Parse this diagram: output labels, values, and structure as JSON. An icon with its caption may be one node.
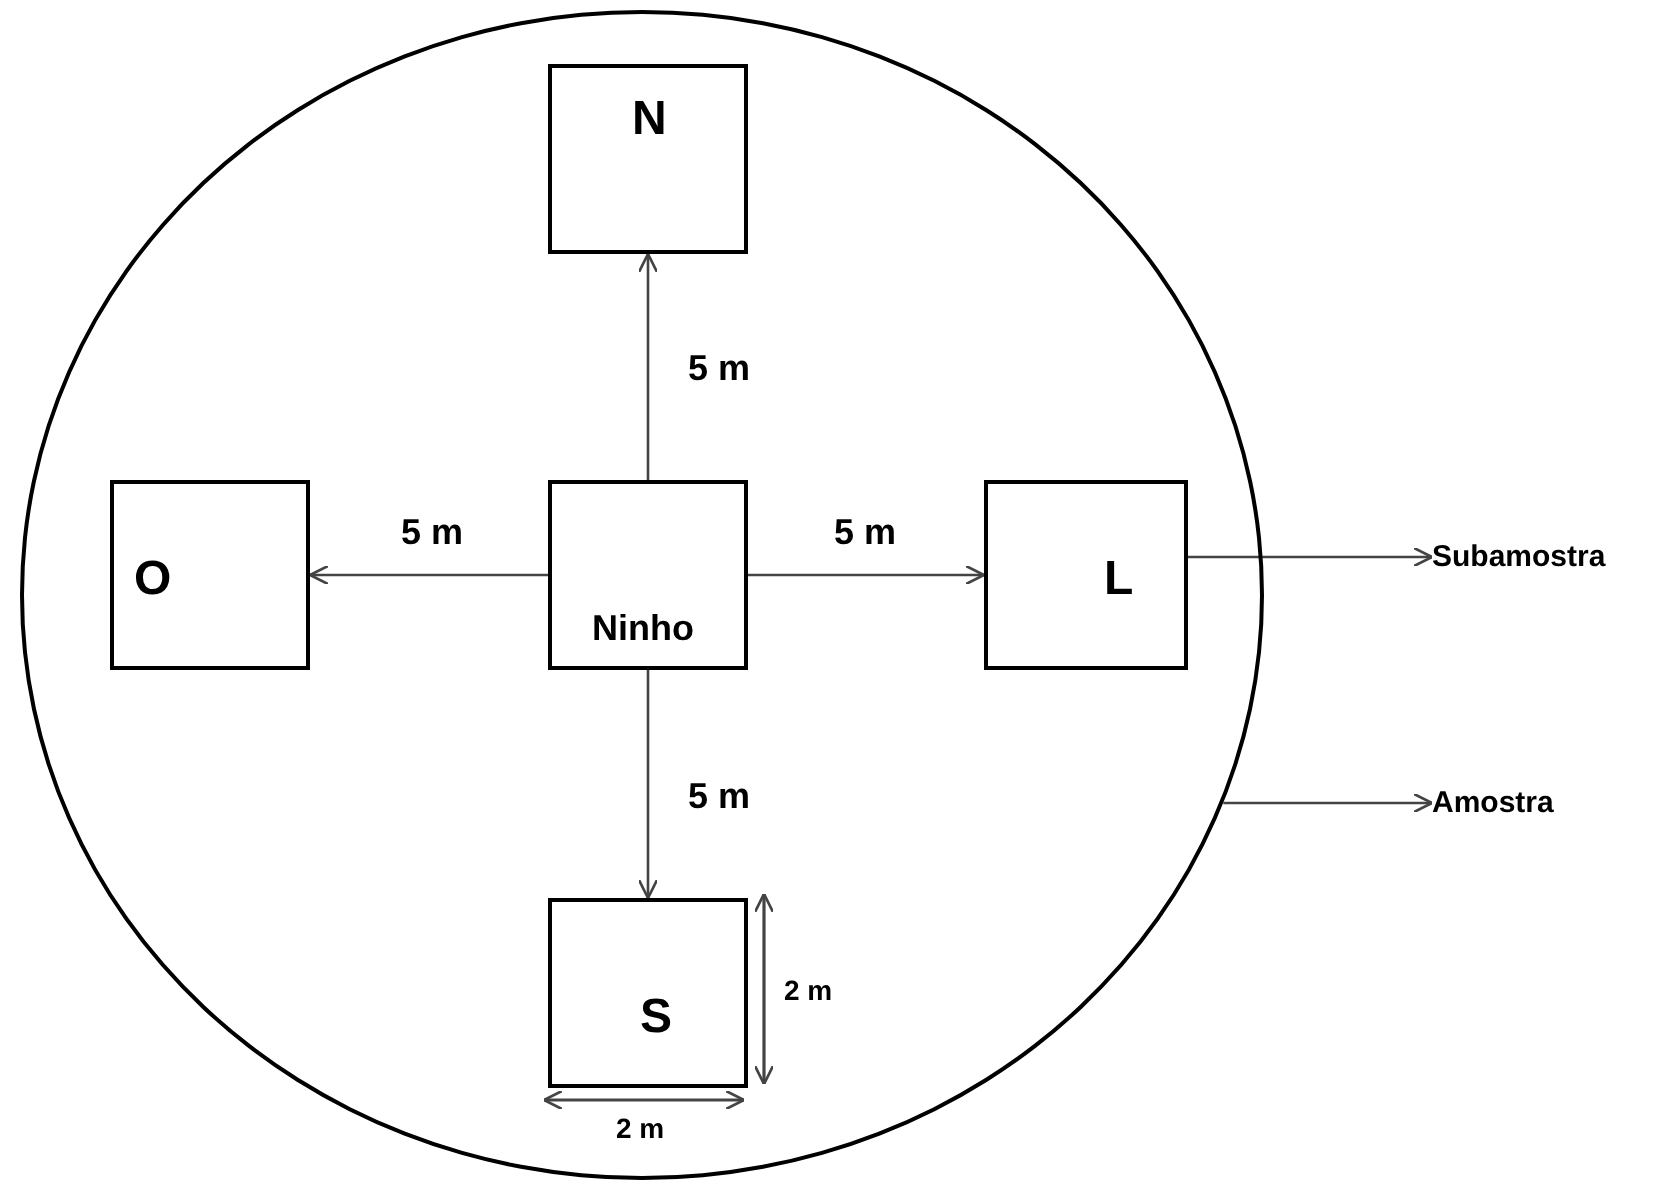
{
  "diagram": {
    "nodes": [
      {
        "text": [],
        "shape": "circle"
      },
      {
        "text": [
          "N"
        ],
        "in": 0
      },
      {
        "text": [
          "O"
        ],
        "in": 0
      },
      {
        "text": [
          "Ninho"
        ],
        "in": 0
      },
      {
        "text": [
          "L"
        ],
        "in": 0
      },
      {
        "text": [
          "S"
        ],
        "in": 0
      },
      {
        "text": [
          "Subamostra"
        ]
      },
      {
        "text": [
          "Amostra"
        ]
      }
    ],
    "edges": [
      {
        "from": 3,
        "to": 1,
        "arrow": "to",
        "label": "5 m"
      },
      {
        "from": 3,
        "to": 2,
        "arrow": "to",
        "label": "5 m"
      },
      {
        "from": 3,
        "to": 4,
        "arrow": "to",
        "label": "5 m"
      },
      {
        "from": 3,
        "to": 5,
        "arrow": "to",
        "label": "5 m"
      },
      {
        "from": 4,
        "to": 6,
        "arrow": "to"
      },
      {
        "from": 0,
        "to": 7,
        "arrow": "to"
      }
    ],
    "labels": [
      "2 m",
      "2 m"
    ]
  }
}
